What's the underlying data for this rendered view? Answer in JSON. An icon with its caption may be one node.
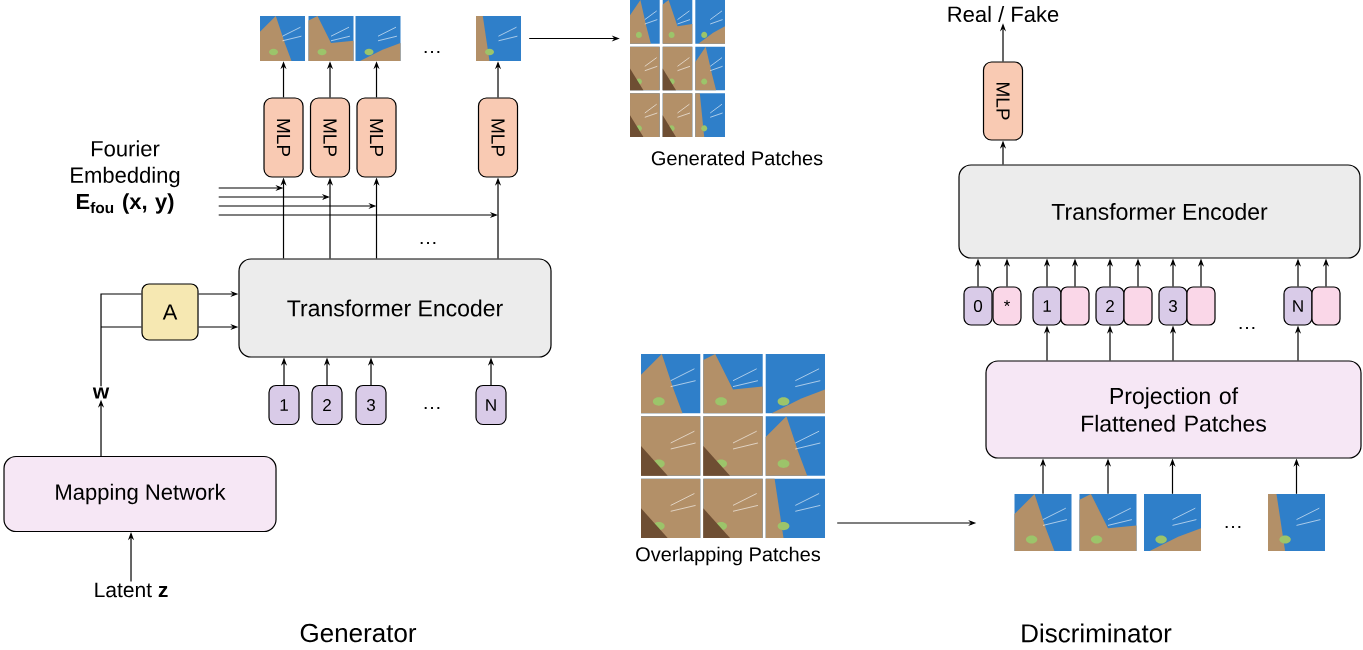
{
  "diagram": {
    "nodes": [
      {
        "text": [
          "Latent **z**"
        ]
      },
      {
        "text": [
          "Mapping Network"
        ]
      },
      {
        "text": [
          "w"
        ]
      },
      {
        "text": [
          "A"
        ]
      },
      {
        "text": [
          "Transformer Encoder"
        ]
      },
      {
        "text": [
          "1"
        ]
      },
      {
        "text": [
          "2"
        ]
      },
      {
        "text": [
          "3"
        ]
      },
      {
        "text": [
          "N"
        ]
      },
      {
        "text": [
          "MLP"
        ]
      },
      {
        "text": [
          "MLP"
        ]
      },
      {
        "text": [
          "MLP"
        ]
      },
      {
        "text": [
          "MLP"
        ]
      },
      {
        "text": [],
        "shape": "picture"
      },
      {
        "text": [],
        "shape": "picture"
      },
      {
        "text": [],
        "shape": "picture"
      },
      {
        "text": [],
        "shape": "picture"
      },
      {
        "text": [
          "Fourier Embedding",
          "E$_{fou}$ (x, y)"
        ]
      },
      {
        "text": [
          "Generated Patches"
        ]
      },
      {
        "text": [
          "Overlapping Patches"
        ]
      },
      {
        "text": [],
        "shape": "picture"
      },
      {
        "text": [],
        "shape": "picture"
      },
      {
        "text": [],
        "shape": "picture"
      },
      {
        "text": [],
        "shape": "picture"
      },
      {
        "text": [
          "Projection of Flattened Patches"
        ]
      },
      {
        "text": [
          "0"
        ]
      },
      {
        "text": [
          "*"
        ]
      },
      {
        "text": [
          "1"
        ]
      },
      {
        "text": [],
        "shape": "box"
      },
      {
        "text": [
          "2"
        ]
      },
      {
        "text": [],
        "shape": "box"
      },
      {
        "text": [
          "3"
        ]
      },
      {
        "text": [],
        "shape": "box"
      },
      {
        "text": [
          "N"
        ]
      },
      {
        "text": [],
        "shape": "box"
      },
      {
        "text": [
          "Transformer Encoder"
        ]
      },
      {
        "text": [
          "MLP"
        ]
      },
      {
        "text": [
          "Real / Fake"
        ]
      }
    ],
    "edges": [
      {
        "from": 0,
        "to": 1,
        "arrow": "to"
      },
      {
        "from": 1,
        "to": 2,
        "arrow": "to"
      },
      {
        "from": 2,
        "to": 3,
        "arrow": "none"
      },
      {
        "from": 3,
        "to": 4,
        "arrow": "to"
      },
      {
        "from": 5,
        "to": 4,
        "arrow": "to"
      },
      {
        "from": 6,
        "to": 4,
        "arrow": "to"
      },
      {
        "from": 7,
        "to": 4,
        "arrow": "to"
      },
      {
        "from": 8,
        "to": 4,
        "arrow": "to"
      },
      {
        "from": 4,
        "to": 9,
        "arrow": "to"
      },
      {
        "from": 4,
        "to": 10,
        "arrow": "to"
      },
      {
        "from": 4,
        "to": 11,
        "arrow": "to"
      },
      {
        "from": 4,
        "to": 12,
        "arrow": "to"
      },
      {
        "from": 17,
        "to": 9,
        "arrow": "to"
      },
      {
        "from": 17,
        "to": 10,
        "arrow": "to"
      },
      {
        "from": 17,
        "to": 11,
        "arrow": "to"
      },
      {
        "from": 17,
        "to": 12,
        "arrow": "to"
      },
      {
        "from": 9,
        "to": 13,
        "arrow": "to"
      },
      {
        "from": 10,
        "to": 14,
        "arrow": "to"
      },
      {
        "from": 11,
        "to": 15,
        "arrow": "to"
      },
      {
        "from": 12,
        "to": 16,
        "arrow": "to"
      },
      {
        "from": 16,
        "to": 18,
        "arrow": "to"
      },
      {
        "from": 19,
        "to": 20,
        "arrow": "to"
      },
      {
        "from": 20,
        "to": 24,
        "arrow": "to"
      },
      {
        "from": 21,
        "to": 24,
        "arrow": "to"
      },
      {
        "from": 22,
        "to": 24,
        "arrow": "to"
      },
      {
        "from": 23,
        "to": 24,
        "arrow": "to"
      },
      {
        "from": 24,
        "to": 27,
        "arrow": "to"
      },
      {
        "from": 24,
        "to": 29,
        "arrow": "to"
      },
      {
        "from": 24,
        "to": 31,
        "arrow": "to"
      },
      {
        "from": 24,
        "to": 33,
        "arrow": "to"
      },
      {
        "from": 25,
        "to": 35,
        "arrow": "to"
      },
      {
        "from": 26,
        "to": 35,
        "arrow": "to"
      },
      {
        "from": 27,
        "to": 35,
        "arrow": "to"
      },
      {
        "from": 28,
        "to": 35,
        "arrow": "to"
      },
      {
        "from": 29,
        "to": 35,
        "arrow": "to"
      },
      {
        "from": 30,
        "to": 35,
        "arrow": "to"
      },
      {
        "from": 31,
        "to": 35,
        "arrow": "to"
      },
      {
        "from": 32,
        "to": 35,
        "arrow": "to"
      },
      {
        "from": 33,
        "to": 35,
        "arrow": "to"
      },
      {
        "from": 34,
        "to": 35,
        "arrow": "to"
      },
      {
        "from": 35,
        "to": 36,
        "arrow": "to"
      },
      {
        "from": 36,
        "to": 37,
        "arrow": "to"
      }
    ],
    "labels": [
      "…",
      "…",
      "…",
      "…",
      "…",
      "Generator",
      "Discriminator"
    ]
  }
}
